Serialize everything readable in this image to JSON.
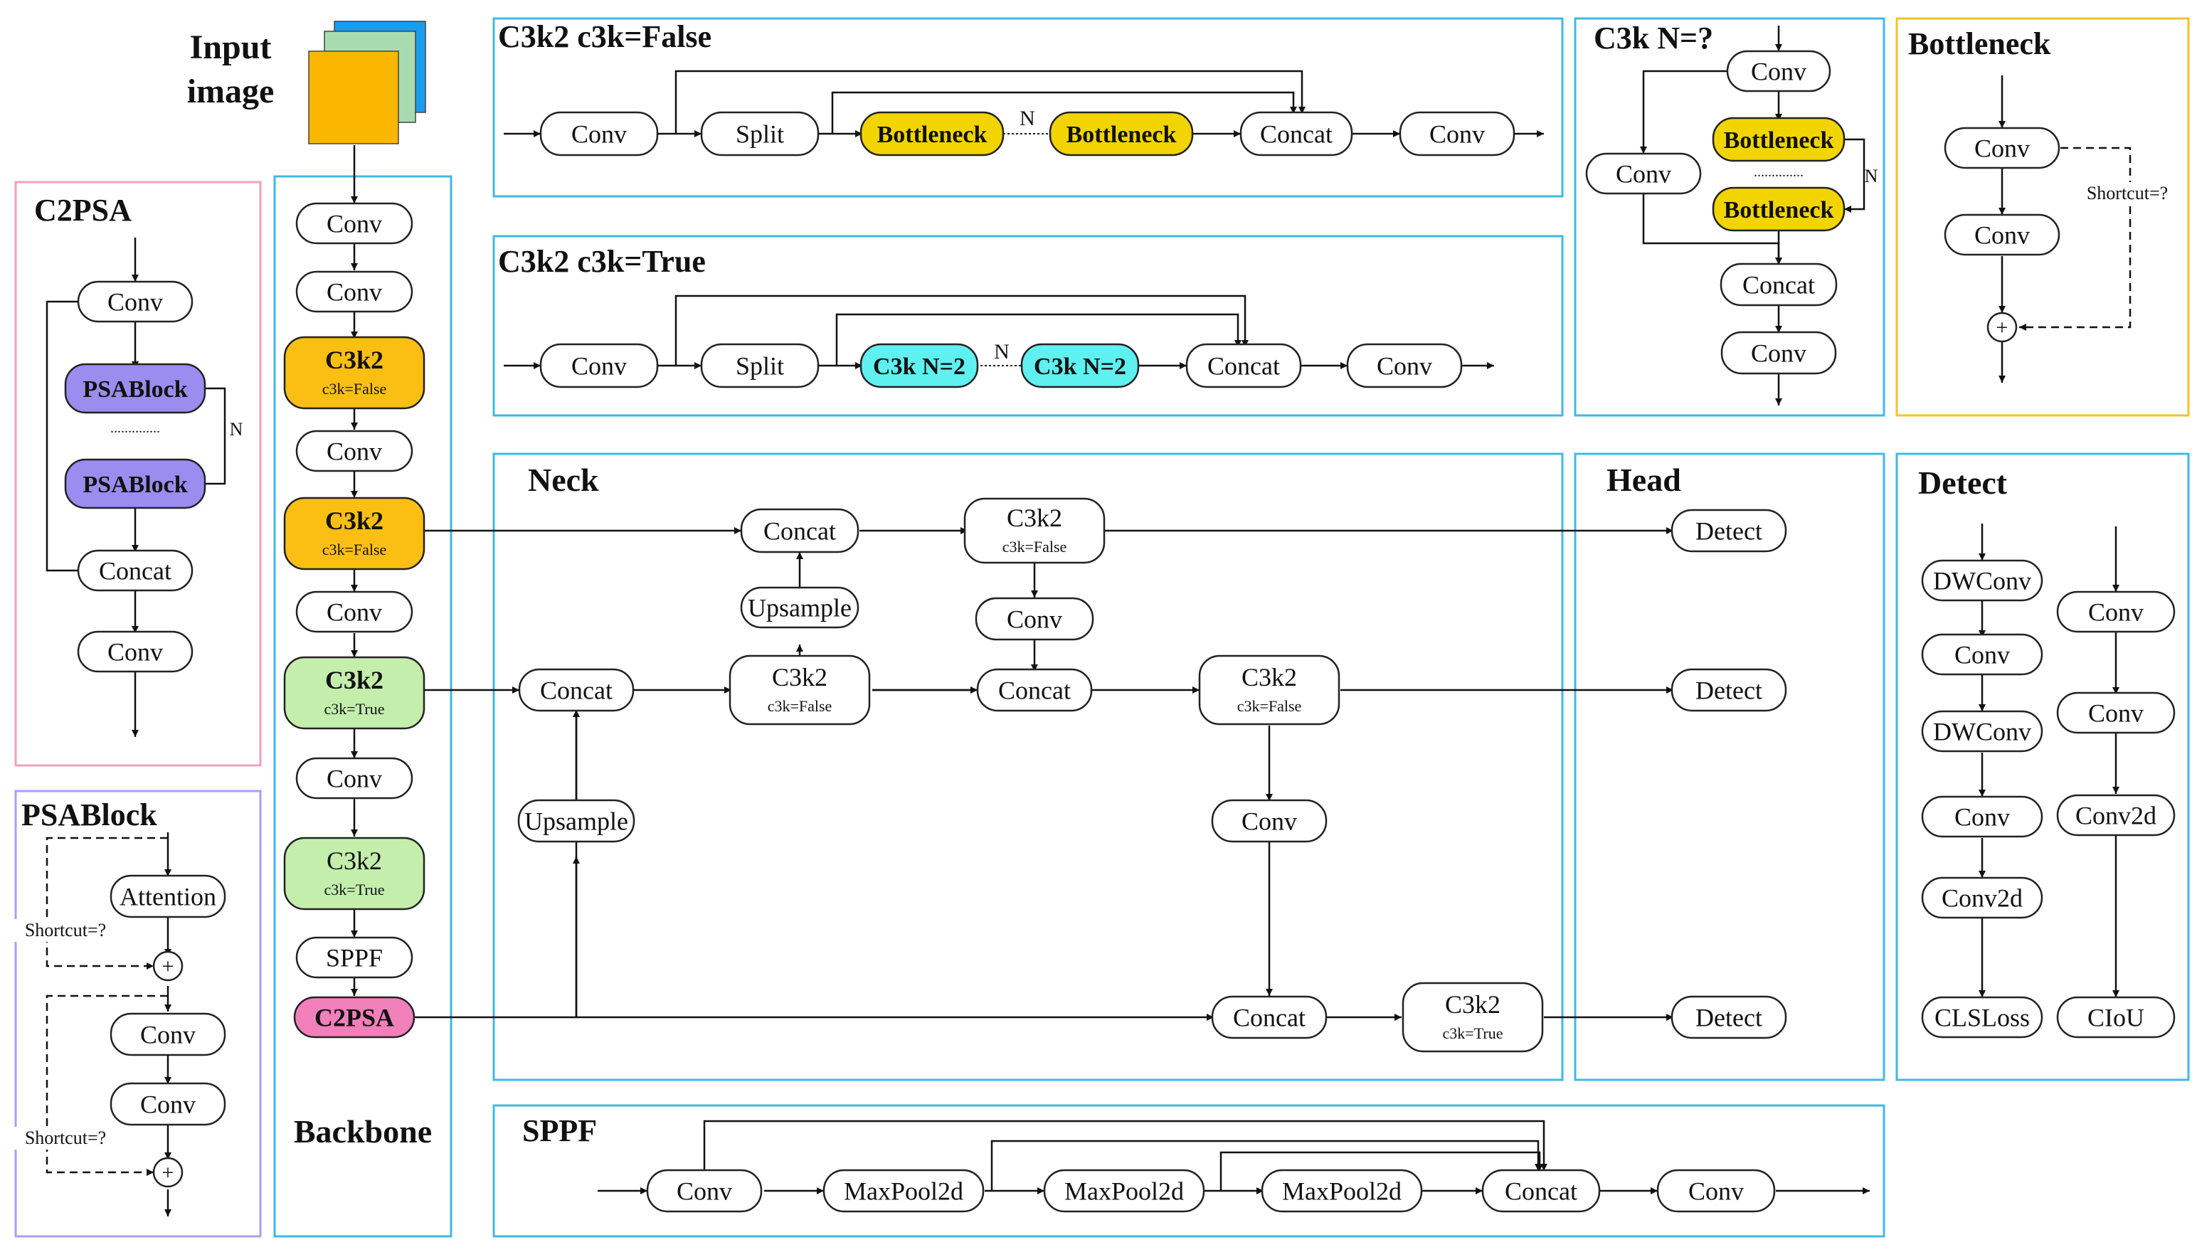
{
  "titles": {
    "input_image": [
      "Input",
      "image"
    ],
    "c2psa": "C2PSA",
    "psablock": "PSABlock",
    "backbone": "Backbone",
    "c3k2_false": "C3k2 c3k=False",
    "c3k2_true": "C3k2 c3k=True",
    "c3k": "C3k N=?",
    "bottleneck": "Bottleneck",
    "neck": "Neck",
    "head": "Head",
    "detect": "Detect",
    "sppf": "SPPF"
  },
  "labels": {
    "conv": "Conv",
    "split": "Split",
    "concat": "Concat",
    "bottleneck": "Bottleneck",
    "c3k_n2": "C3k N=2",
    "c3k2": "C3k2",
    "c3k_false": "c3k=False",
    "c3k_true": "c3k=True",
    "sppf": "SPPF",
    "c2psa": "C2PSA",
    "psablock": "PSABlock",
    "attention": "Attention",
    "upsample": "Upsample",
    "detect": "Detect",
    "dwconv": "DWConv",
    "conv2d": "Conv2d",
    "clsloss": "CLSLoss",
    "ciou": "CIoU",
    "maxpool": "MaxPool2d",
    "n": "N",
    "plus": "+",
    "shortcut": "Shortcut=?",
    "dots": ".............."
  },
  "colors": {
    "cyan_border": "#41b8e6",
    "pink_border": "#f2a0c0",
    "violet_border": "#a9a0ee",
    "yellow_border": "#f3c22e",
    "node_orange": "#fbbf13",
    "node_green": "#c4eeac",
    "node_pink": "#f17fba",
    "node_purple": "#9b8cf0",
    "node_yellow": "#f2d400",
    "node_cyan": "#5ff0f0",
    "img_orange": "#fbb700",
    "img_green": "#a8dcb0",
    "img_blue": "#1a9cf0"
  }
}
